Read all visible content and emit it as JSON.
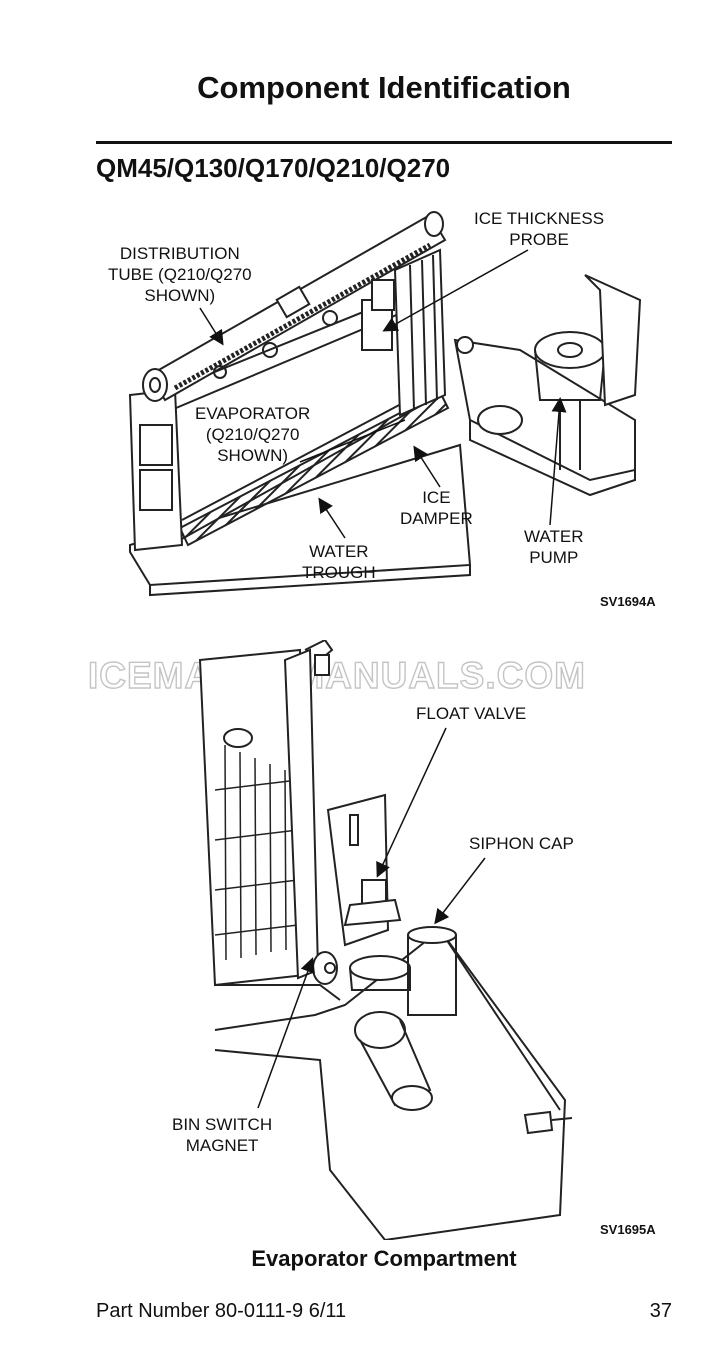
{
  "header": {
    "title": "Component Identification",
    "model_heading": "QM45/Q130/Q170/Q210/Q270"
  },
  "figure_top": {
    "code": "SV1694A",
    "labels": {
      "distribution_tube": "DISTRIBUTION\nTUBE (Q210/Q270\nSHOWN)",
      "ice_thickness_probe": "ICE THICKNESS\nPROBE",
      "evaporator": "EVAPORATOR\n(Q210/Q270\nSHOWN)",
      "ice_damper": "ICE\nDAMPER",
      "water_pump": "WATER\nPUMP",
      "water_trough": "WATER\nTROUGH"
    }
  },
  "watermark": "ICEMAKERMANUALS.COM",
  "figure_bottom": {
    "code": "SV1695A",
    "labels": {
      "float_valve": "FLOAT VALVE",
      "siphon_cap": "SIPHON CAP",
      "bin_switch_magnet": "BIN SWITCH\nMAGNET"
    }
  },
  "caption": "Evaporator Compartment",
  "footer": {
    "part_number": "Part Number 80-0111-9 6/11",
    "page": "37"
  }
}
